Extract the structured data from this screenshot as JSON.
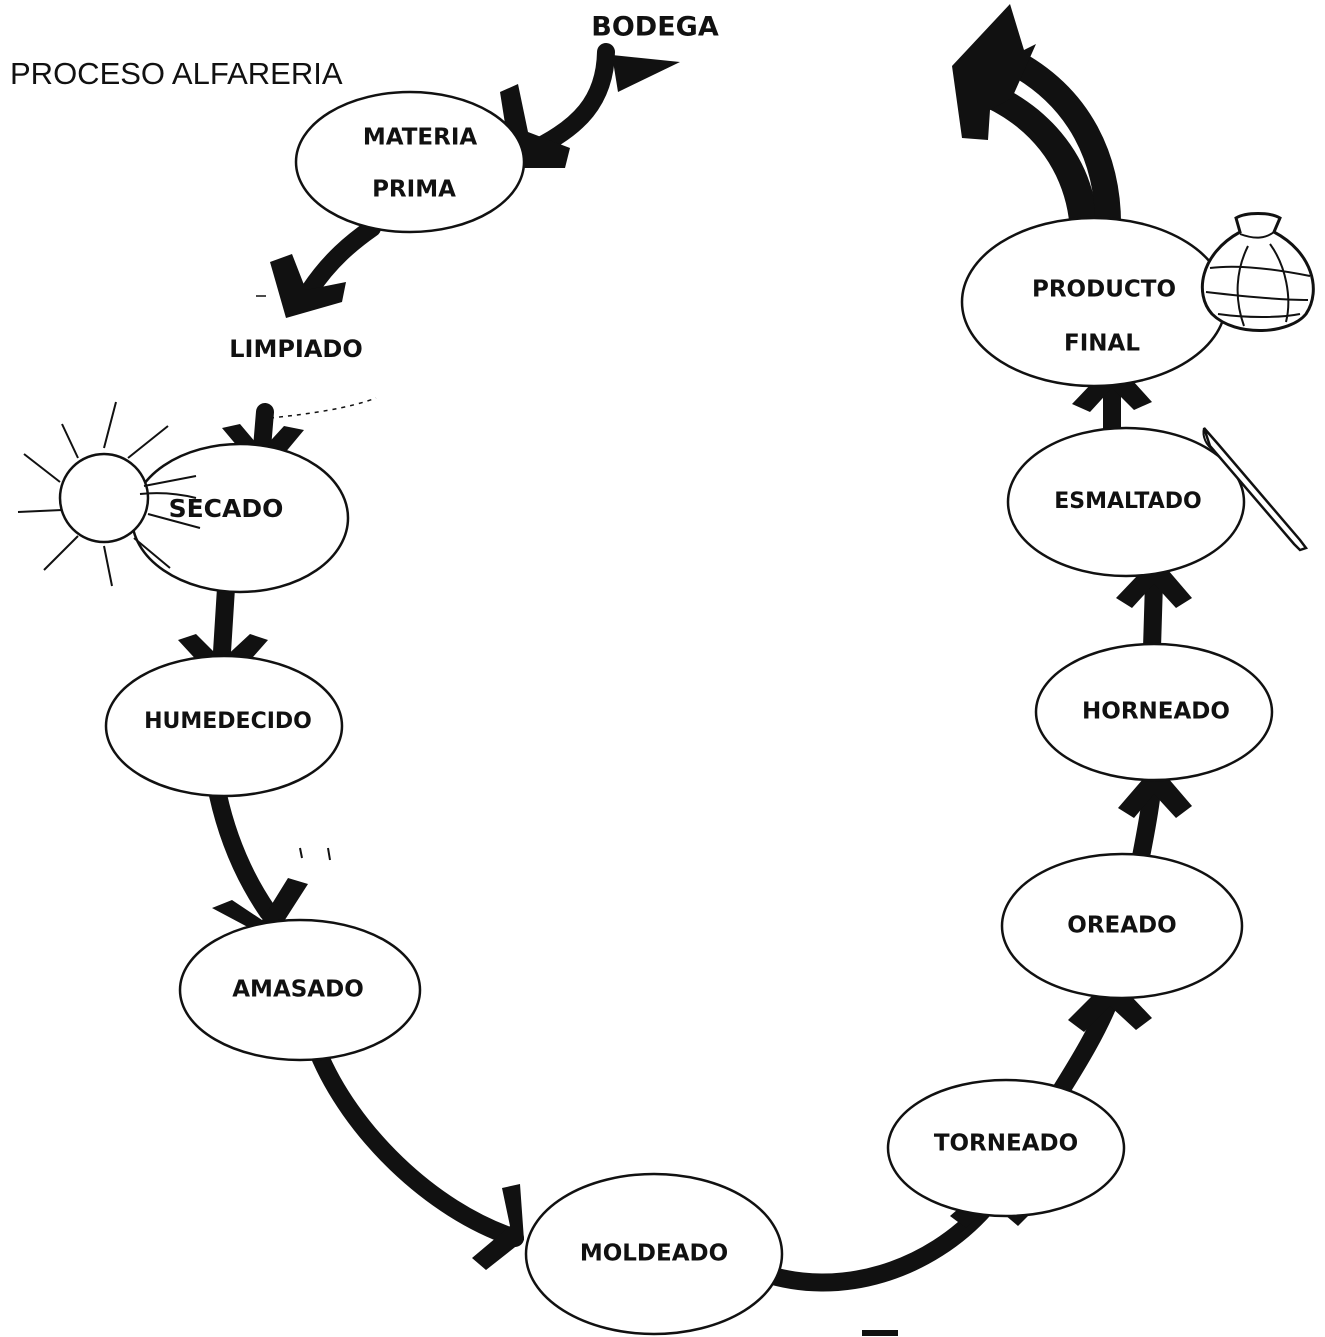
{
  "diagram": {
    "title": "PROCESO ALFARERIA",
    "source": "BODEGA",
    "steps": [
      "MATERIA PRIMA",
      "LIMPIADO",
      "SECADO",
      "HUMEDECIDO",
      "AMASADO",
      "MOLDEADO",
      "TORNEADO",
      "OREADO",
      "HORNEADO",
      "ESMALTADO",
      "PRODUCTO FINAL"
    ],
    "nodes": {
      "materia_prima": {
        "line1": "MATERIA",
        "line2": "PRIMA"
      },
      "limpiado": "LIMPIADO",
      "secado": "SECADO",
      "humedecido": "HUMEDECIDO",
      "amasado": "AMASADO",
      "moldeado": "MOLDEADO",
      "torneado": "TORNEADO",
      "oreado": "OREADO",
      "horneado": "HORNEADO",
      "esmaltado": "ESMALTADO",
      "producto_final": {
        "line1": "PRODUCTO",
        "line2": "FINAL"
      }
    },
    "icons": [
      "sun-icon",
      "pot-icon",
      "brush-icon"
    ]
  }
}
